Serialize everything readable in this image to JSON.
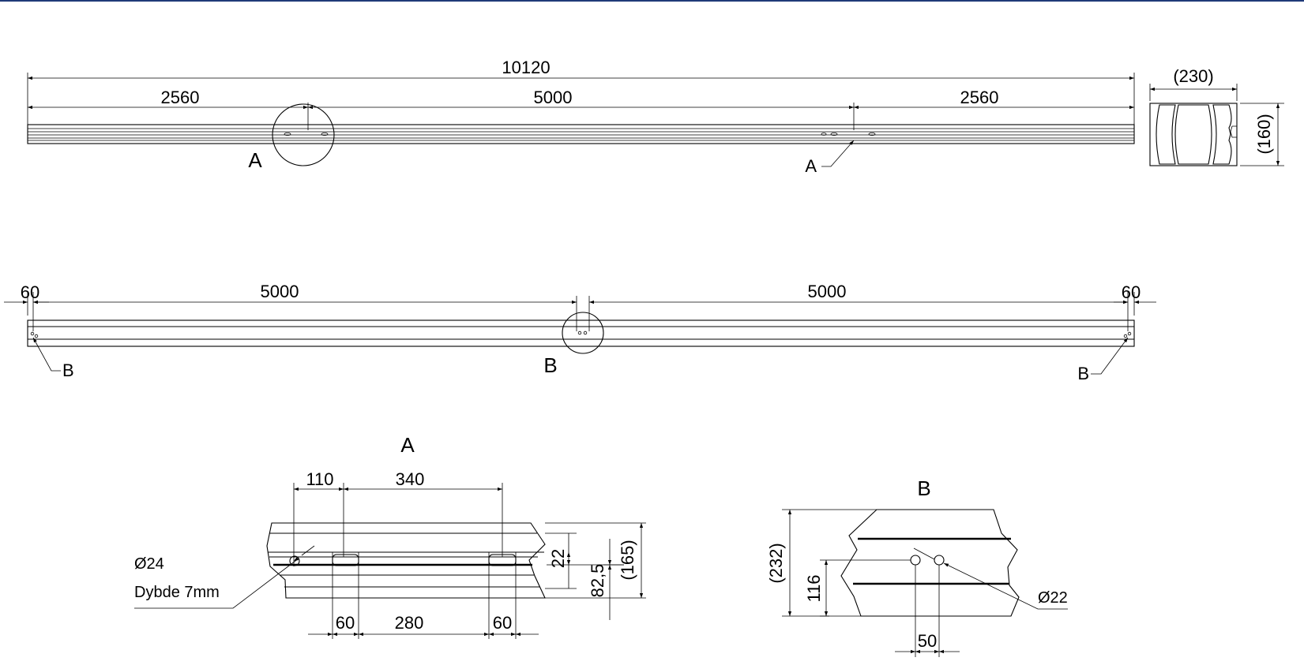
{
  "top_view": {
    "overall": "10120",
    "left": "2560",
    "middle": "5000",
    "right": "2560",
    "detail_a_label": "A",
    "leader_a_label": "A"
  },
  "section": {
    "width": "(230)",
    "height": "(160)"
  },
  "side_view": {
    "end_left": "60",
    "left": "5000",
    "right": "5000",
    "end_right": "60",
    "detail_b_label": "B",
    "leader_b_left": "B",
    "leader_b_right": "B"
  },
  "detail_a": {
    "title": "A",
    "d110": "110",
    "d340": "340",
    "d60a": "60",
    "d280": "280",
    "d60b": "60",
    "d22": "22",
    "d82_5": "82,5",
    "d165": "(165)",
    "hole": "Ø24",
    "depth": "Dybde 7mm"
  },
  "detail_b": {
    "title": "B",
    "d232": "(232)",
    "d116": "116",
    "d50": "50",
    "hole": "Ø22"
  }
}
